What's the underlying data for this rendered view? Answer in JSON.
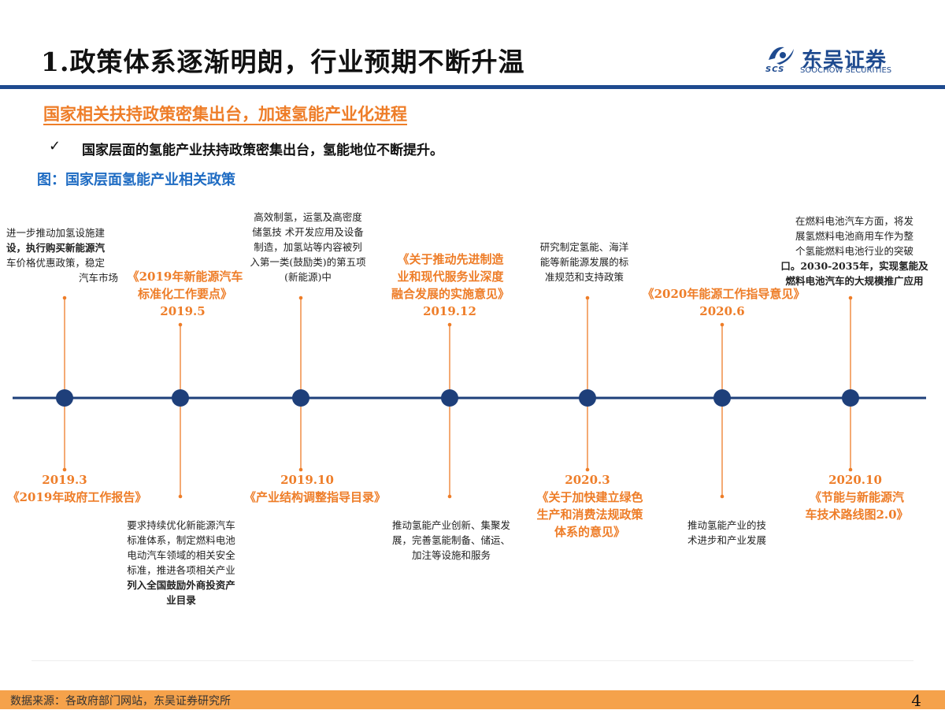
{
  "header": {
    "title": "1.政策体系逐渐明朗，行业预期不断升温",
    "logo_cn": "东吴证券",
    "logo_en": "SOOCHOW SECURITIES",
    "logo_mark": "SCS"
  },
  "section": {
    "subtitle": "国家相关扶持政策密集出台，加速氢能产业化进程",
    "bullet_icon": "check-icon",
    "bullet_text": "国家层面的氢能产业扶持政策密集出台，氢能地位不断提升。",
    "figure_title": "图：国家层面氢能产业相关政策"
  },
  "timeline": {
    "events": [
      {
        "date": "2019.3",
        "policy_lines": [
          "《2019年政府工作报告》"
        ],
        "note_lines": [
          "进一步推动加氢设施建",
          "设，执行购买新能源汽",
          "车价格优惠政策，稳定",
          "汽车市场"
        ]
      },
      {
        "date": "2019.5",
        "policy_lines": [
          "《2019年新能源汽车",
          "标准化工作要点》"
        ],
        "note_lines": [
          "要求持续优化新能源汽车",
          "标准体系，制定燃料电池",
          "电动汽车领域的相关安全",
          "标准，推进各项相关产业",
          "列入全国鼓励外商投资产",
          "业目录"
        ]
      },
      {
        "date": "2019.10",
        "policy_lines": [
          "《产业结构调整指导目录》"
        ],
        "note_lines": [
          "高效制氢，运氢及高密度",
          "储氢技 术开发应用及设备",
          "制造，加氢站等内容被列",
          "入第一类(鼓励类)的第五项",
          "(新能源)中"
        ]
      },
      {
        "date": "2019.12",
        "policy_lines": [
          "《关于推动先进制造",
          "业和现代服务业深度",
          "融合发展的实施意见》"
        ],
        "note_lines": [
          "推动氢能产业创新、集聚发",
          "展，完善氢能制备、储运、",
          "加注等设施和服务"
        ]
      },
      {
        "date": "2020.3",
        "policy_lines": [
          "《关于加快建立绿色",
          "生产和消费法规政策",
          "体系的意见》"
        ],
        "note_lines": [
          "研究制定氢能、海洋",
          "能等新能源发展的标",
          "准规范和支持政策"
        ]
      },
      {
        "date": "2020.6",
        "policy_lines": [
          "《2020年能源工作指导意见》"
        ],
        "note_lines": [
          "推动氢能产业的技",
          "术进步和产业发展"
        ]
      },
      {
        "date": "2020.10",
        "policy_lines": [
          "《节能与新能源汽",
          "车技术路线图2.0》"
        ],
        "note_lines": [
          "在燃料电池汽车方面，将发",
          "展氢燃料电池商用车作为整",
          "个氢能燃料电池行业的突破",
          "口。2030-2035年，实现氢能及",
          "燃料电池汽车的大规模推广应用"
        ]
      }
    ]
  },
  "colors": {
    "accent_orange": "#ee7d28",
    "navy": "#1e3f7a",
    "brand_blue": "#1e4a8f",
    "figure_title_blue": "#1f6cc3",
    "footer_orange": "#f5a24b"
  },
  "footer": {
    "source": "数据来源：各政府部门网站，东吴证券研究所",
    "page_number": "4"
  }
}
